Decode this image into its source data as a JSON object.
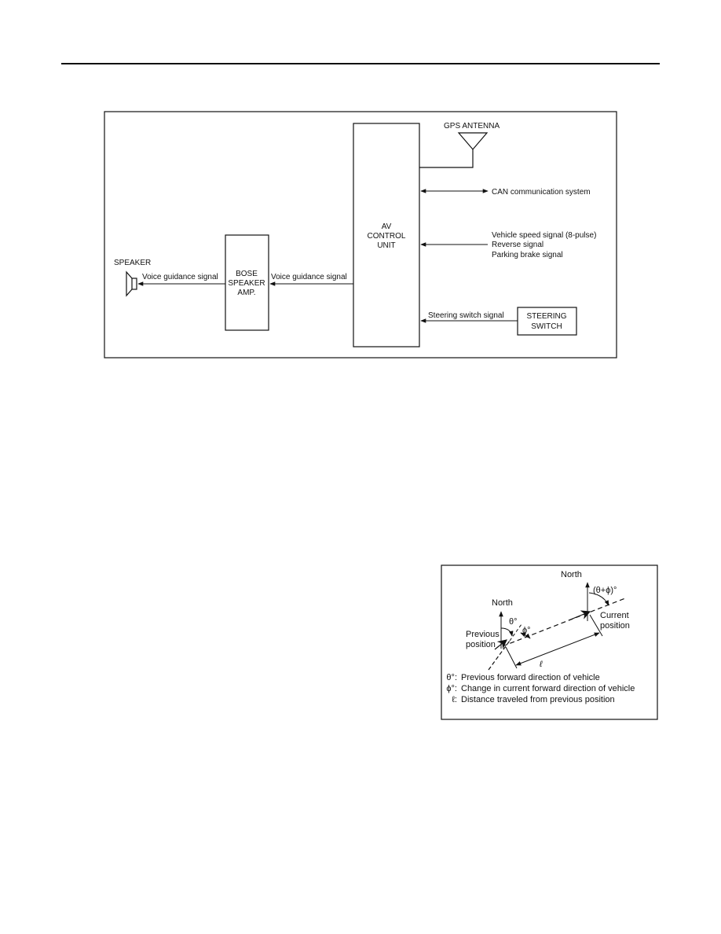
{
  "block_diagram": {
    "components": {
      "gps_antenna": "GPS ANTENNA",
      "av_unit": [
        "AV",
        "CONTROL",
        "UNIT"
      ],
      "speaker": "SPEAKER",
      "bose_amp": [
        "BOSE",
        "SPEAKER",
        "AMP."
      ],
      "steering_switch": [
        "STEERING",
        "SWITCH"
      ]
    },
    "signals": {
      "can": "CAN communication system",
      "vehicle_inputs": [
        "Vehicle speed signal (8-pulse)",
        "Reverse signal",
        "Parking brake signal"
      ],
      "voice_to_amp": "Voice guidance signal",
      "voice_to_speaker": "Voice guidance signal",
      "steering": "Steering switch signal"
    }
  },
  "direction_diagram": {
    "north_previous": "North",
    "north_current": "North",
    "theta": "θ°",
    "phi": "ϕ°",
    "sum_angle": "(θ+ϕ)°",
    "previous_position": [
      "Previous",
      "position"
    ],
    "current_position": [
      "Current",
      "position"
    ],
    "distance": "ℓ",
    "legend": [
      {
        "symbol": "θ°:",
        "text": "Previous forward direction of vehicle"
      },
      {
        "symbol": "ϕ°:",
        "text": "Change in current forward direction of vehicle"
      },
      {
        "symbol": "ℓ:",
        "text": "Distance traveled from previous position"
      }
    ]
  }
}
